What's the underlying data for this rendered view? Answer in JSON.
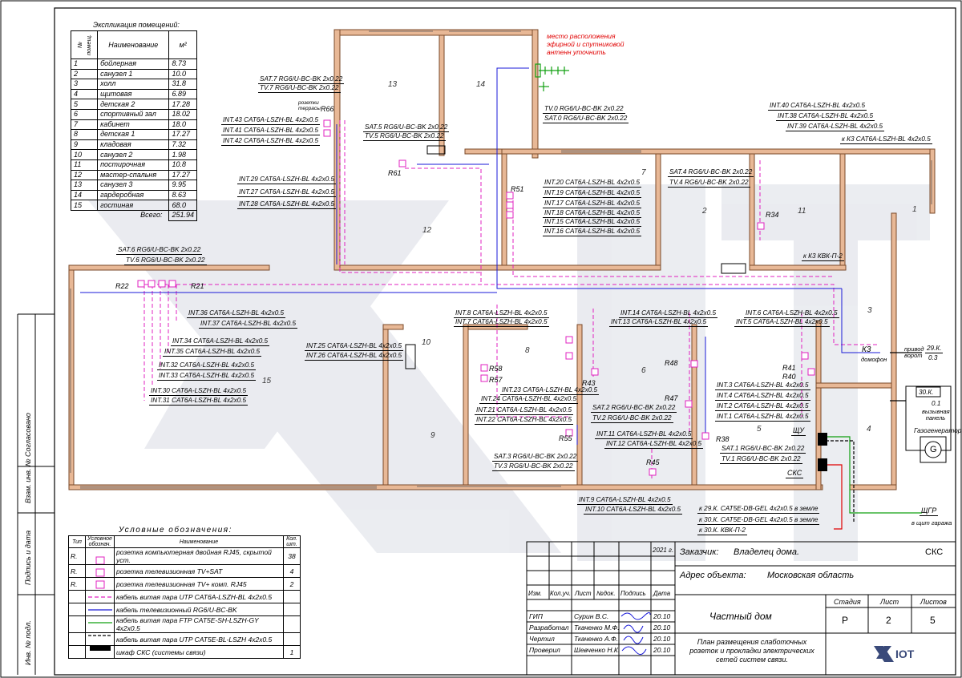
{
  "explication": {
    "title": "Экспликация помещений:",
    "headers": {
      "num": "№ помещ.",
      "name": "Наименование",
      "area": "м²"
    },
    "rows": [
      {
        "n": "1",
        "name": "бойлерная",
        "area": "8.73"
      },
      {
        "n": "2",
        "name": "санузел 1",
        "area": "10.0"
      },
      {
        "n": "3",
        "name": "холл",
        "area": "31.8"
      },
      {
        "n": "4",
        "name": "щитовая",
        "area": "6.89"
      },
      {
        "n": "5",
        "name": "детская 2",
        "area": "17.28"
      },
      {
        "n": "6",
        "name": "спортивный зал",
        "area": "18.02"
      },
      {
        "n": "7",
        "name": "кабинет",
        "area": "18.0"
      },
      {
        "n": "8",
        "name": "детская 1",
        "area": "17.27"
      },
      {
        "n": "9",
        "name": "кладовая",
        "area": "7.32"
      },
      {
        "n": "10",
        "name": "санузел 2",
        "area": "1.98"
      },
      {
        "n": "11",
        "name": "постирочная",
        "area": "10.8"
      },
      {
        "n": "12",
        "name": "мастер-спальня",
        "area": "17.27"
      },
      {
        "n": "13",
        "name": "санузел 3",
        "area": "9.95"
      },
      {
        "n": "14",
        "name": "гардеробная",
        "area": "8.63"
      },
      {
        "n": "15",
        "name": "гостиная",
        "area": "68.0"
      }
    ],
    "total_label": "Всего:",
    "total": "251.94"
  },
  "antenna_note": "место расположения эфирной и спутниковой антенн уточнить",
  "room_numbers": [
    "1",
    "2",
    "3",
    "4",
    "5",
    "6",
    "7",
    "8",
    "9",
    "10",
    "11",
    "12",
    "13",
    "14",
    "15"
  ],
  "socket_labels": {
    "R66": "R66",
    "R61": "R61",
    "R51": "R51",
    "R22": "R22",
    "R21": "R21",
    "R34": "R34",
    "R58": "R58",
    "R57": "R57",
    "R43": "R43",
    "R48": "R48",
    "R47": "R47",
    "R41": "R41",
    "R40": "R40",
    "R55": "R55",
    "R45": "R45",
    "R38": "R38"
  },
  "terrace_note": "розетки террасы",
  "cables": {
    "sat7": "SAT.7 RG6/U-BC-BK 2x0.22",
    "tv7": "TV.7 RG6/U-BC-BK 2x0.22",
    "int43": "INT.43 CAT6A-LSZH-BL 4x2x0.5",
    "int41": "INT.41 CAT6A-LSZH-BL 4x2x0.5",
    "int42": "INT.42 CAT6A-LSZH-BL 4x2x0.5",
    "sat5": "SAT.5 RG6/U-BC-BK 2x0.22",
    "tv5": "TV.5 RG6/U-BC-BK 2x0.22",
    "tv0": "TV.0 RG6/U-BC-BK 2x0.22",
    "sat0": "SAT.0 RG6/U-BC-BK 2x0.22",
    "int40": "INT.40 CAT6A-LSZH-BL 4x2x0.5",
    "int38": "INT.38 CAT6A-LSZH-BL 4x2x0.5",
    "int39": "INT.39 CAT6A-LSZH-BL 4x2x0.5",
    "k3top": "к К3 CAT6A-LSZH-BL 4x2x0.5",
    "int29": "INT.29 CAT6A-LSZH-BL 4x2x0.5",
    "int27": "INT.27 CAT6A-LSZH-BL 4x2x0.5",
    "int28": "INT.28 CAT6A-LSZH-BL 4x2x0.5",
    "int20": "INT.20 CAT6A-LSZH-BL 4x2x0.5",
    "int19": "INT.19 CAT6A-LSZH-BL 4x2x0.5",
    "int17": "INT.17 CAT6A-LSZH-BL 4x2x0.5",
    "int18": "INT.18 CAT6A-LSZH-BL 4x2x0.5",
    "int15": "INT.15 CAT6A-LSZH-BL 4x2x0.5",
    "int16": "INT.16 CAT6A-LSZH-BL 4x2x0.5",
    "sat4": "SAT.4 RG6/U-BC-BK 2x0.22",
    "tv4": "TV.4 RG6/U-BC-BK 2x0.22",
    "k3kvk": "к К3 КВК-П-2",
    "sat6": "SAT.6 RG6/U-BC-BK 2x0.22",
    "tv6": "TV.6 RG6/U-BC-BK 2x0.22",
    "int36": "INT.36 CAT6A-LSZH-BL 4x2x0.5",
    "int37": "INT.37 CAT6A-LSZH-BL 4x2x0.5",
    "int34": "INT.34 CAT6A-LSZH-BL 4x2x0.5",
    "int35": "INT.35 CAT6A-LSZH-BL 4x2x0.5",
    "int32": "INT.32 CAT6A-LSZH-BL 4x2x0.5",
    "int33": "INT.33 CAT6A-LSZH-BL 4x2x0.5",
    "int30": "INT.30 CAT6A-LSZH-BL 4x2x0.5",
    "int31": "INT.31 CAT6A-LSZH-BL 4x2x0.5",
    "int25": "INT.25 CAT6A-LSZH-BL 4x2x0.5",
    "int26": "INT.26 CAT6A-LSZH-BL 4x2x0.5",
    "int8": "INT.8 CAT6A-LSZH-BL 4x2x0.5",
    "int7": "INT.7 CAT6A-LSZH-BL 4x2x0.5",
    "int14": "INT.14 CAT6A-LSZH-BL 4x2x0.5",
    "int13": "INT.13 CAT6A-LSZH-BL 4x2x0.5",
    "int6": "INT.6 CAT6A-LSZH-BL 4x2x0.5",
    "int5": "INT.5 CAT6A-LSZH-BL 4x2x0.5",
    "int23": "INT.23 CAT6A-LSZH-BL 4x2x0.5",
    "int24": "INT.24 CAT6A-LSZH-BL 4x2x0.5",
    "int21": "INT.21 CAT6A-LSZH-BL 4x2x0.5",
    "int22": "INT.22 CAT6A-LSZH-BL 4x2x0.5",
    "sat2": "SAT.2 RG6/U-BC-BK 2x0.22",
    "tv2": "TV.2 RG6/U-BC-BK 2x0.22",
    "int11": "INT.11 CAT6A-LSZH-BL 4x2x0.5",
    "int12": "INT.12 CAT6A-LSZH-BL 4x2x0.5",
    "int3": "INT.3 CAT6A-LSZH-BL 4x2x0.5",
    "int4": "INT.4 CAT6A-LSZH-BL 4x2x0.5",
    "int2": "INT.2 CAT6A-LSZH-BL 4x2x0.5",
    "int1": "INT.1 CAT6A-LSZH-BL 4x2x0.5",
    "sat3": "SAT.3 RG6/U-BC-BK 2x0.22",
    "tv3": "TV.3 RG6/U-BC-BK 2x0.22",
    "sat1": "SAT.1 RG6/U-BC-BK 2x0.22",
    "tv1": "TV.1 RG6/U-BC-BK 2x0.22",
    "int9": "INT.9 CAT6A-LSZH-BL 4x2x0.5",
    "int10": "INT.10 CAT6A-LSZH-BL 4x2x0.5",
    "k29": "к 29.К. CAT5E-DB-GEL 4x2x0.5 в земле",
    "k30a": "к 30.К. CAT5E-DB-GEL 4x2x0.5 в земле",
    "k30b": "к 30.К. КВК-П-2"
  },
  "equipment": {
    "k3": "К3",
    "domofon": "домофон",
    "gate_drive": "привод ворот",
    "k29": "29.К.",
    "k29_val": "0.3",
    "k30": "30.К.",
    "k30_val": "0.1",
    "call_panel": "вызывная панель",
    "generator": "Газогенератор",
    "generator_symbol": "G",
    "shu": "ЩУ",
    "sks": "СКС",
    "shgr": "ЩГР",
    "garage": "в щит гаража"
  },
  "legend": {
    "title": "Условные обозначения:",
    "headers": {
      "type": "Тип",
      "symbol": "Условное обознач.",
      "name": "Наименование",
      "qty": "Кол. шт."
    },
    "rows": [
      {
        "type": "R.",
        "name": "розетка компьютерная двойная RJ45, скрытой уст.",
        "qty": "38"
      },
      {
        "type": "R.",
        "name": "розетка телевизионная TV+SAT",
        "qty": "4"
      },
      {
        "type": "R.",
        "name": "розетка телевизионная TV+ комп. RJ45",
        "qty": "2"
      },
      {
        "type": "",
        "name": "кабель витая пара UTP CAT6A-LSZH-BL 4x2x0.5",
        "qty": ""
      },
      {
        "type": "",
        "name": "кабель телевизионный RG6/U-BC-BK",
        "qty": ""
      },
      {
        "type": "",
        "name": "кабель витая пара FTP CAT5E-SH-LSZH-GY 4x2x0.5",
        "qty": ""
      },
      {
        "type": "",
        "name": "кабель витая пара UTP CAT5E-BL-LSZH 4x2x0.5",
        "qty": ""
      },
      {
        "type": "",
        "name": "шкаф СКС (системы связи)",
        "qty": "1"
      }
    ]
  },
  "colors": {
    "twisted_pair": "#e020c0",
    "tv": "#1a1ad8",
    "ftp": "#10a010",
    "utp5e": "#000000",
    "wall": "#e8b896",
    "wall_edge": "#7a4a2a",
    "red_note": "#e00000"
  },
  "side_stamps": [
    "Согласовано",
    "Взам. инв. №",
    "Подпись и дата",
    "Инв. № подл."
  ],
  "title_block": {
    "year": "2021 г.",
    "col_headers": [
      "Изм.",
      "Кол.уч.",
      "Лист",
      "№док.",
      "Подпись",
      "Дата"
    ],
    "people": [
      {
        "role": "ГИП",
        "name": "Сурин В.С.",
        "date": "20.10"
      },
      {
        "role": "Разработал",
        "name": "Ткаченко М.Ф.",
        "date": "20.10"
      },
      {
        "role": "Чертил",
        "name": "Ткаченко А.Ф.",
        "date": "20.10"
      },
      {
        "role": "Проверил",
        "name": "Шевченко Н.К.",
        "date": "20.10"
      }
    ],
    "customer_label": "Заказчик:",
    "customer": "Владелец дома.",
    "code": "СКС",
    "address_label": "Адрес объекта:",
    "address": "Московская область",
    "object": "Частный дом",
    "stage_label": "Стадия",
    "sheet_label": "Лист",
    "sheets_label": "Листов",
    "stage": "Р",
    "sheet": "2",
    "sheets": "5",
    "sheet_title": "План размещения слаботочных розеток и прокладки электрических сетей систем связи.",
    "logo": "IOT"
  }
}
